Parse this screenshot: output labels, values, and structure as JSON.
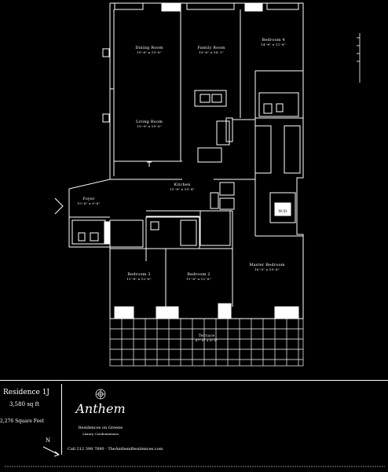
{
  "rooms": {
    "dining": {
      "name": "Dining Room",
      "dims": "19'-6\" x 15'-8\""
    },
    "family": {
      "name": "Family Room",
      "dims": "19'-6\" x 16'-1\""
    },
    "bed4": {
      "name": "Bedroom 4",
      "dims": "14'-6\" x 12'-8\""
    },
    "living": {
      "name": "Living Room",
      "dims": "19'-9\" x 19'-8\""
    },
    "kitchen": {
      "name": "Kitchen",
      "dims": "15'-8\" x 10'-4\""
    },
    "foyer": {
      "name": "Foyer",
      "dims": "10'-6\" x 9'-6\""
    },
    "bed3": {
      "name": "Bedroom 3",
      "dims": "11'-8\" x 12'-6\""
    },
    "bed2": {
      "name": "Bedroom 2",
      "dims": "11'-8\" x 12'-6\""
    },
    "master": {
      "name": "Master Bedroom",
      "dims": "16'-0\" x 19'-8\""
    },
    "terrace": {
      "name": "Terrace",
      "dims": "47'-0\" x 8'-0\""
    },
    "wd": {
      "name": "W/D"
    }
  },
  "info": {
    "residence": "Residence 1J",
    "size": "3,580 sq ft",
    "terrace_size": "2,276 Square Feet",
    "brand": "Anthem",
    "brand_sub1": "Residences on Greene",
    "brand_sub2": "Luxury Condominiums",
    "contact": "Call 212 398 7890 · TheAnthemResidences.com",
    "north": "N"
  },
  "colors": {
    "background": "#000000",
    "line": "#ffffff"
  }
}
